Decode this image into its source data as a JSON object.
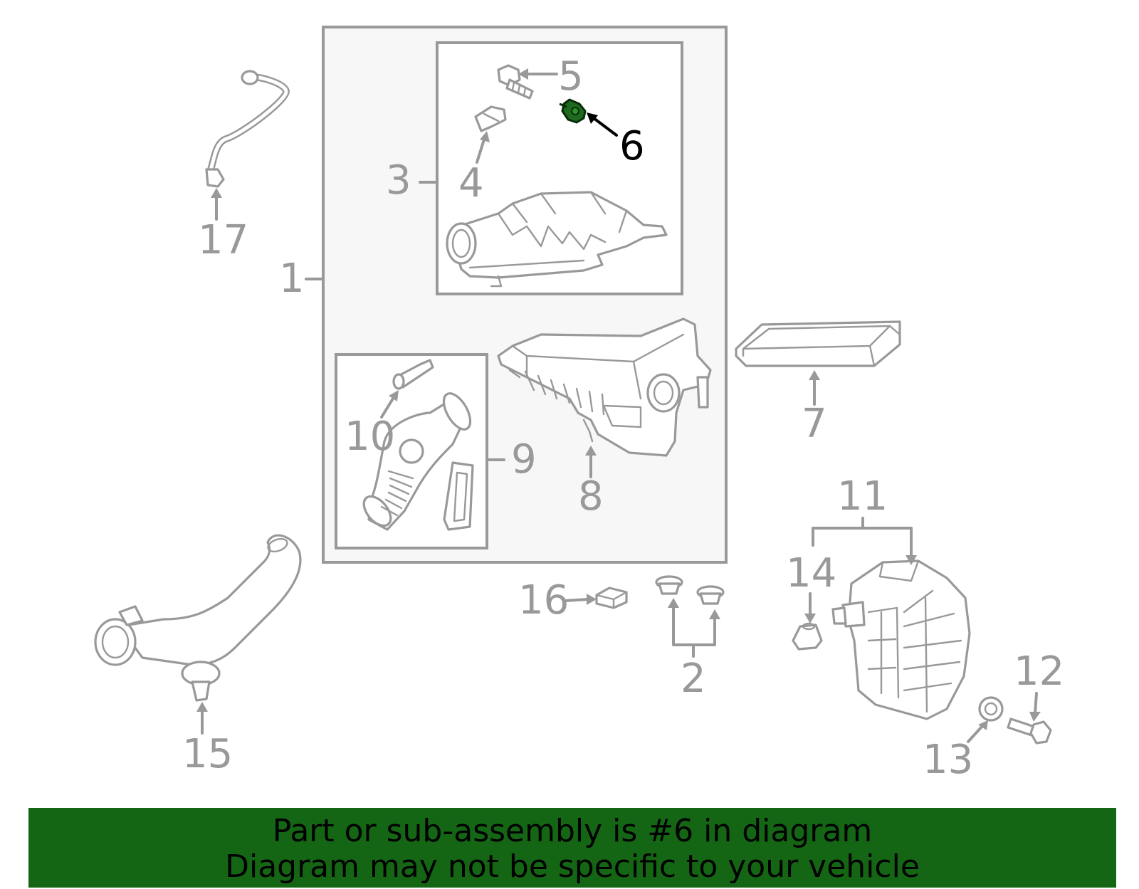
{
  "diagram": {
    "highlight_part": "6",
    "labels": {
      "p1": "1",
      "p2": "2",
      "p3": "3",
      "p4": "4",
      "p5": "5",
      "p6": "6",
      "p7": "7",
      "p8": "8",
      "p9": "9",
      "p10": "10",
      "p11": "11",
      "p12": "12",
      "p13": "13",
      "p14": "14",
      "p15": "15",
      "p16": "16",
      "p17": "17"
    },
    "colors": {
      "line": "#999999",
      "highlight_part": "#1e6b1e",
      "panel_fill": "#f7f7f7",
      "banner": "#146614"
    }
  },
  "banner": {
    "line1": "Part or sub-assembly is #6 in diagram",
    "line2": "Diagram may not be specific to your vehicle"
  }
}
